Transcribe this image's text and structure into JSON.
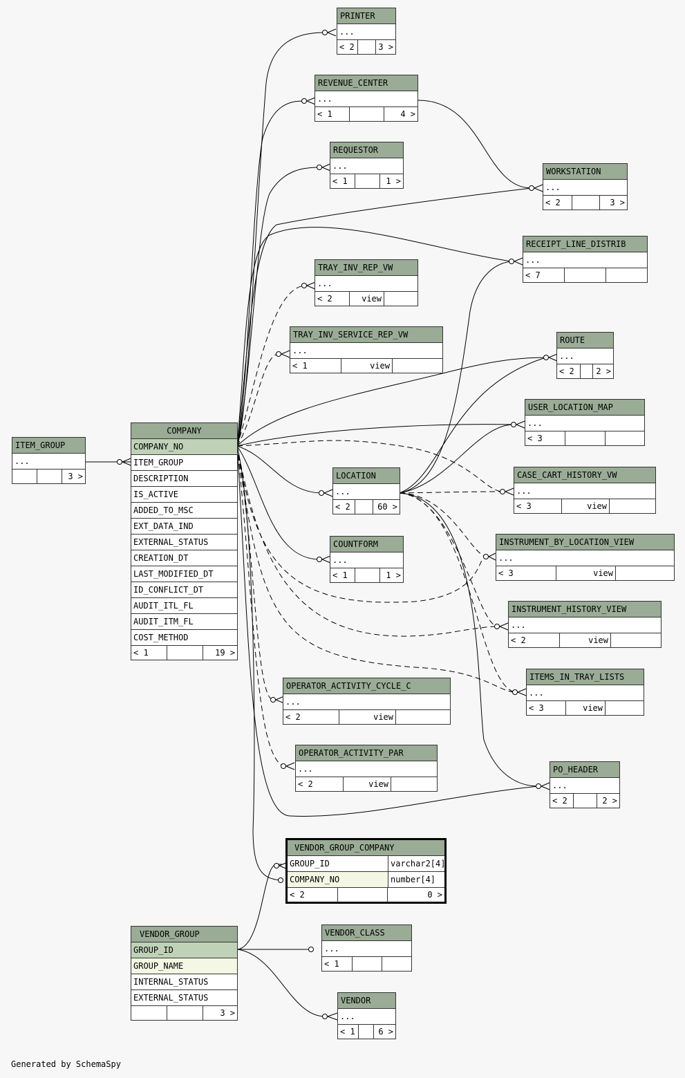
{
  "diagram": {
    "tables": {
      "printer": {
        "name": "PRINTER",
        "body": "...",
        "footer": [
          "< 2",
          "",
          "3 >"
        ]
      },
      "revenue_center": {
        "name": "REVENUE_CENTER",
        "body": "...",
        "footer": [
          "< 1",
          "",
          "4 >"
        ]
      },
      "requestor": {
        "name": "REQUESTOR",
        "body": "...",
        "footer": [
          "< 1",
          "",
          "1 >"
        ]
      },
      "workstation": {
        "name": "WORKSTATION",
        "body": "...",
        "footer": [
          "< 2",
          "",
          "3 >"
        ]
      },
      "receipt_line_distrib": {
        "name": "RECEIPT_LINE_DISTRIB",
        "body": "...",
        "footer": [
          "< 7",
          "",
          ""
        ]
      },
      "tray_inv_rep_vw": {
        "name": "TRAY_INV_REP_VW",
        "body": "...",
        "footer": [
          "< 2",
          "view",
          ""
        ]
      },
      "tray_inv_service_rep_vw": {
        "name": "TRAY_INV_SERVICE_REP_VW",
        "body": "...",
        "footer": [
          "< 1",
          "view",
          ""
        ]
      },
      "route": {
        "name": "ROUTE",
        "body": "...",
        "footer": [
          "< 2",
          "",
          "2 >"
        ]
      },
      "user_location_map": {
        "name": "USER_LOCATION_MAP",
        "body": "...",
        "footer": [
          "< 3",
          "",
          ""
        ]
      },
      "item_group": {
        "name": "ITEM_GROUP",
        "body": "...",
        "footer": [
          "",
          "",
          "3 >"
        ]
      },
      "company": {
        "name": "COMPANY",
        "columns": [
          "COMPANY_NO",
          "ITEM_GROUP",
          "DESCRIPTION",
          "IS_ACTIVE",
          "ADDED_TO_MSC",
          "EXT_DATA_IND",
          "EXTERNAL_STATUS",
          "CREATION_DT",
          "LAST_MODIFIED_DT",
          "ID_CONFLICT_DT",
          "AUDIT_ITL_FL",
          "AUDIT_ITM_FL",
          "COST_METHOD"
        ],
        "footer": [
          "< 1",
          "",
          "19 >"
        ]
      },
      "location": {
        "name": "LOCATION",
        "body": "...",
        "footer": [
          "< 2",
          "",
          "60 >"
        ]
      },
      "case_cart_history_vw": {
        "name": "CASE_CART_HISTORY_VW",
        "body": "...",
        "footer": [
          "< 3",
          "view",
          ""
        ]
      },
      "countform": {
        "name": "COUNTFORM",
        "body": "...",
        "footer": [
          "< 1",
          "",
          "1 >"
        ]
      },
      "instrument_by_location_view": {
        "name": "INSTRUMENT_BY_LOCATION_VIEW",
        "body": "...",
        "footer": [
          "< 3",
          "view",
          ""
        ]
      },
      "instrument_history_view": {
        "name": "INSTRUMENT_HISTORY_VIEW",
        "body": "...",
        "footer": [
          "< 2",
          "view",
          ""
        ]
      },
      "items_in_tray_lists": {
        "name": "ITEMS_IN_TRAY_LISTS",
        "body": "...",
        "footer": [
          "< 3",
          "view",
          ""
        ]
      },
      "operator_activity_cycle_c": {
        "name": "OPERATOR_ACTIVITY_CYCLE_C",
        "body": "...",
        "footer": [
          "< 2",
          "view",
          ""
        ]
      },
      "operator_activity_par": {
        "name": "OPERATOR_ACTIVITY_PAR",
        "body": "...",
        "footer": [
          "< 2",
          "view",
          ""
        ]
      },
      "po_header": {
        "name": "PO_HEADER",
        "body": "...",
        "footer": [
          "< 2",
          "",
          "2 >"
        ]
      },
      "vendor_group_company": {
        "name": "VENDOR_GROUP_COMPANY",
        "columns": [
          {
            "name": "GROUP_ID",
            "type": "varchar2[4]"
          },
          {
            "name": "COMPANY_NO",
            "type": "number[4]"
          }
        ],
        "footer": [
          "< 2",
          "",
          "0 >"
        ]
      },
      "vendor_group": {
        "name": "VENDOR_GROUP",
        "columns": [
          "GROUP_ID",
          "GROUP_NAME",
          "INTERNAL_STATUS",
          "EXTERNAL_STATUS"
        ],
        "footer": [
          "",
          "",
          "3 >"
        ]
      },
      "vendor_class": {
        "name": "VENDOR_CLASS",
        "body": "...",
        "footer": [
          "< 1",
          "",
          ""
        ]
      },
      "vendor": {
        "name": "VENDOR",
        "body": "...",
        "footer": [
          "< 1",
          "",
          "6 >"
        ]
      }
    },
    "footer_note": "Generated by SchemaSpy"
  }
}
